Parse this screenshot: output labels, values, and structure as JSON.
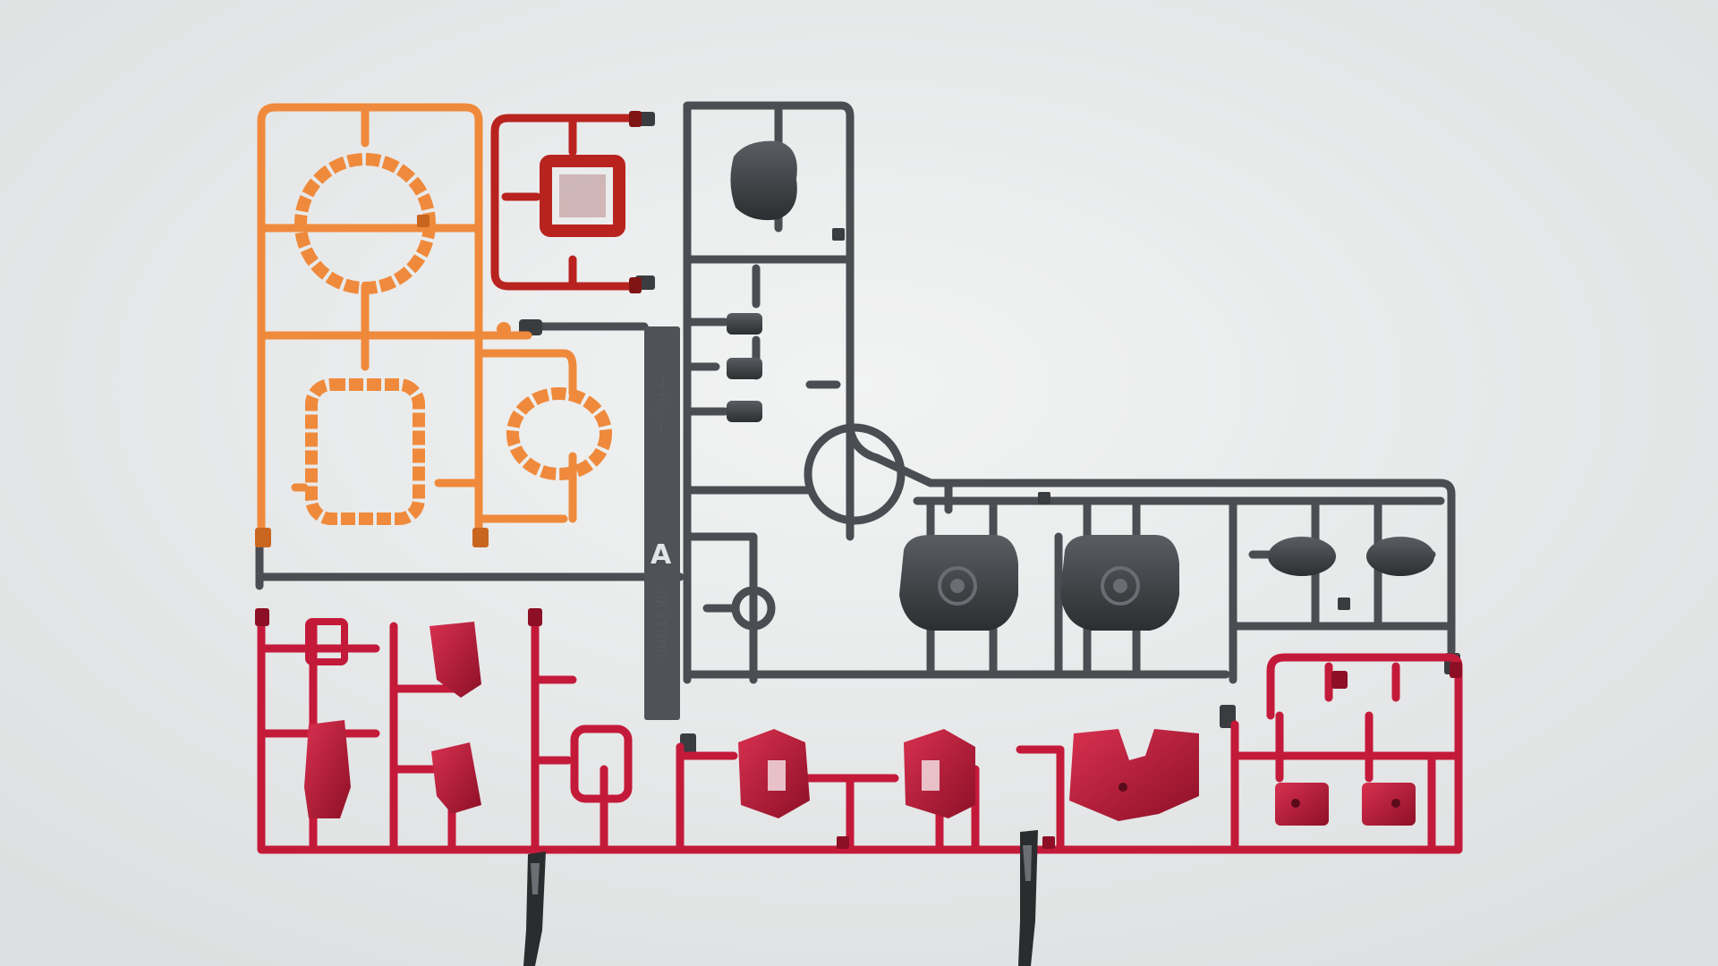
{
  "photo": {
    "subject": "plastic-model-kit-sprue",
    "background_color": "#e9eaeb"
  },
  "runner": {
    "label_top": "サザビー",
    "label_letter": "A",
    "label_bottom": "OKATOMO"
  },
  "palette": {
    "orange": "#ef8a3c",
    "orange_dark": "#c8651f",
    "red_dark": "#b8231f",
    "red_dark_shade": "#7e1414",
    "crimson": "#c41a3a",
    "crimson_shade": "#8c0f26",
    "gray": "#4a4d52",
    "gray_shade": "#2e3034",
    "clip": "#2b2c2e"
  }
}
